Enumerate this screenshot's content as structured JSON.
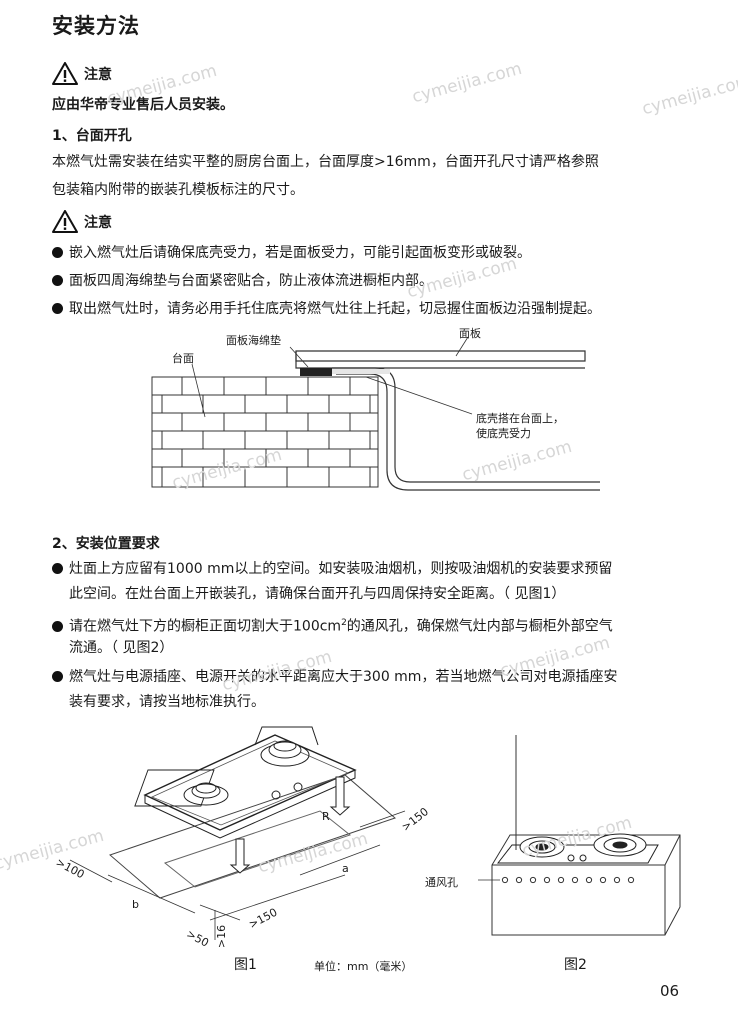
{
  "page_title": "安装方法",
  "warning1": {
    "label": "注意",
    "text": "应由华帝专业售后人员安装。"
  },
  "section1": {
    "heading": "1、台面开孔",
    "line1": "本燃气灶需安装在结实平整的厨房台面上，台面厚度>16mm，台面开孔尺寸请严格参照",
    "line2": "包装箱内附带的嵌装孔模板标注的尺寸。"
  },
  "warning2": {
    "label": "注意"
  },
  "bullets1": [
    "嵌入燃气灶后请确保底壳受力，若是面板受力，可能引起面板变形或破裂。",
    "面板四周海绵垫与台面紧密贴合，防止液体流进橱柜内部。",
    "取出燃气灶时，请务必用手托住底壳将燃气灶往上托起，切忌握住面板边沿强制提起。"
  ],
  "diagram1": {
    "sponge_label": "面板海绵垫",
    "panel_label": "面板",
    "counter_label": "台面",
    "note_line1": "底壳搭在台面上，",
    "note_line2": "使底壳受力"
  },
  "section2": {
    "heading": "2、安装位置要求"
  },
  "bullets2": [
    {
      "line1": "灶面上方应留有1000 mm以上的空间。如安装吸油烟机，则按吸油烟机的安装要求预留",
      "line2": "此空间。在灶台面上开嵌装孔，请确保台面开孔与四周保持安全距离。（ 见图1）"
    },
    {
      "line1a": "请在燃气灶下方的橱柜正面切割大于100cm",
      "sup": "2",
      "line1b": "的通风孔，确保燃气灶内部与橱柜外部空气",
      "line2": "流通。（ 见图2）"
    },
    {
      "line1": "燃气灶与电源插座、电源开关的水平距离应大于300 mm，若当地燃气公司对电源插座安",
      "line2": "装有要求，请按当地标准执行。"
    }
  ],
  "figure1": {
    "caption": "图1",
    "dims": [
      ">150",
      "R",
      ">100",
      "b",
      "a",
      ">50",
      ">16",
      ">150"
    ]
  },
  "unit_note": "单位：mm（毫米）",
  "figure2": {
    "caption": "图2",
    "vent_label": "通风孔"
  },
  "page_number": "06",
  "watermark": "cymeijia.com"
}
